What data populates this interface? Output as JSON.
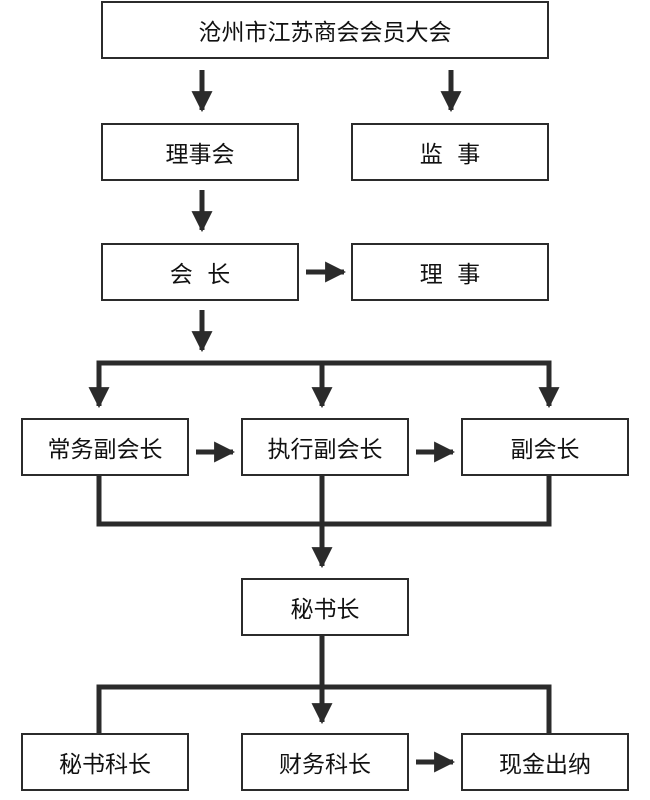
{
  "diagram": {
    "top": "沧州市江苏商会会员大会",
    "council": "理事会",
    "supervisor": "监  事",
    "president": "会  长",
    "director": "理  事",
    "executive_vp": "常务副会长",
    "acting_vp": "执行副会长",
    "vp": "副会长",
    "secretary_general": "秘书长",
    "secretary_section_chief": "秘书科长",
    "finance_section_chief": "财务科长",
    "cashier": "现金出纳"
  },
  "colors": {
    "line": "#2b2b2b",
    "border": "#2b2b2b",
    "text": "#111111",
    "background": "#ffffff"
  }
}
